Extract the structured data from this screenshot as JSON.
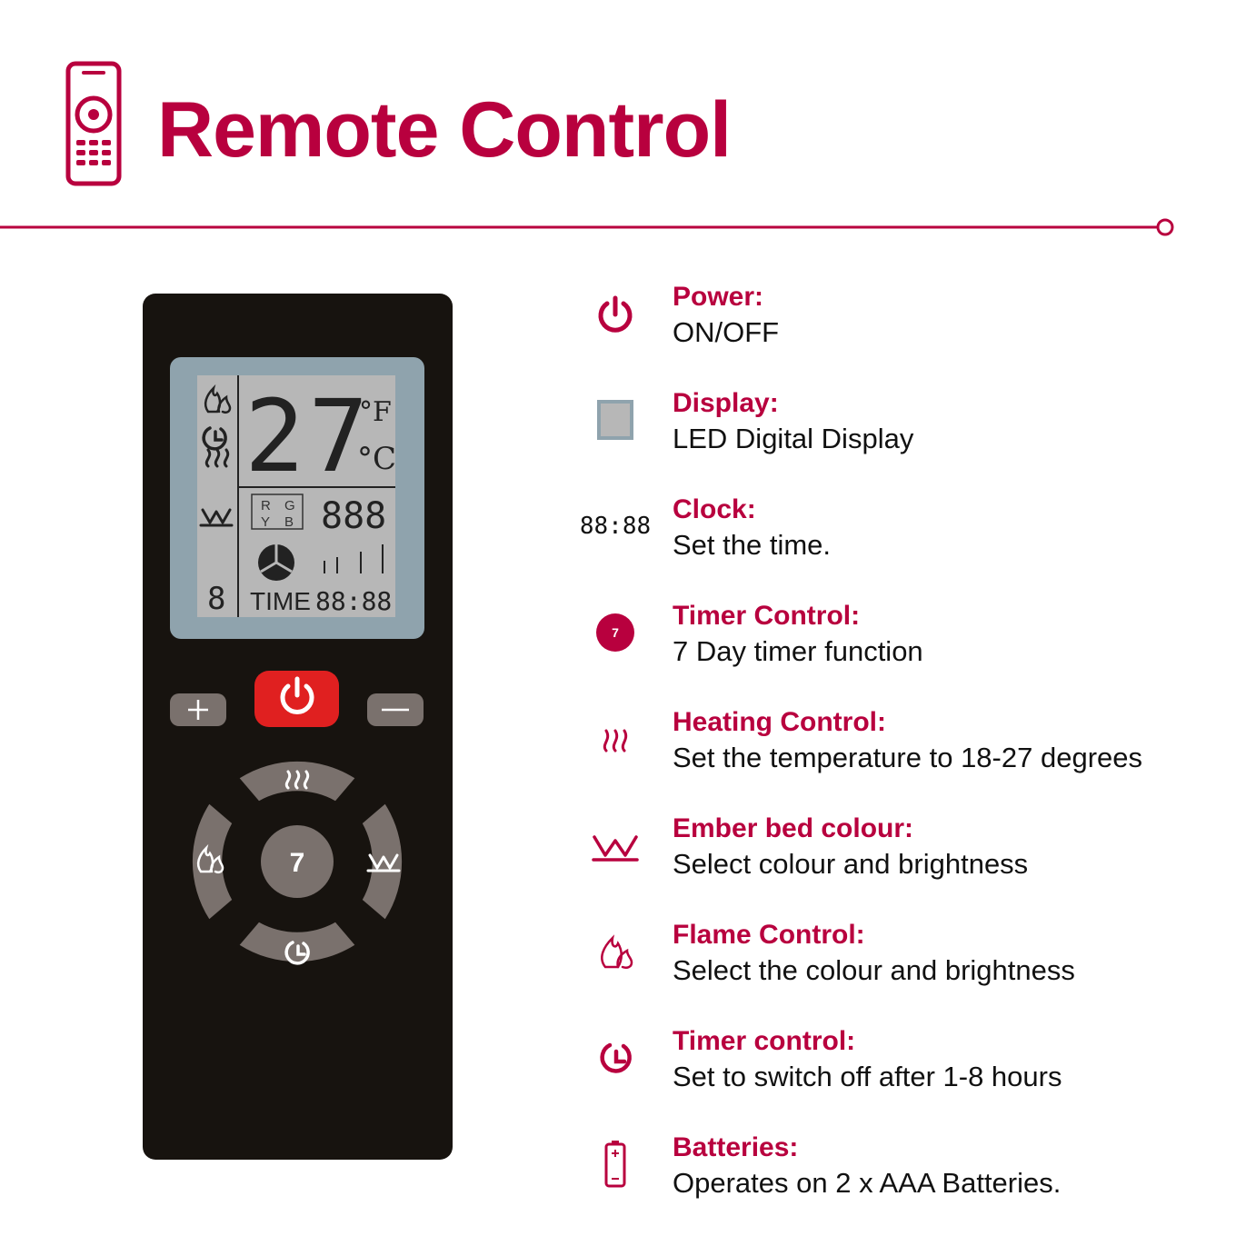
{
  "colors": {
    "brand": "#b8003e",
    "remote_body": "#17130f",
    "display_frame": "#8fa3ad",
    "display_screen": "#b7b7b7",
    "button_gray": "#7a716d",
    "power_red": "#e02020"
  },
  "header": {
    "title": "Remote Control",
    "icon": "remote-control-icon"
  },
  "remote": {
    "display": {
      "temperature": "27",
      "unit_f": "°F",
      "unit_c": "°C",
      "rgb": [
        "R",
        "G",
        "Y",
        "B"
      ],
      "segments": "888",
      "level_digit": "8",
      "time_label": "TIME",
      "time_value": "88:88"
    },
    "buttons": {
      "plus": "+",
      "minus": "—",
      "timer_day": "7"
    }
  },
  "legend": [
    {
      "icon": "power-icon",
      "title": "Power:",
      "desc": "ON/OFF"
    },
    {
      "icon": "display-icon",
      "title": "Display:",
      "desc": "LED Digital Display"
    },
    {
      "icon": "clock-icon",
      "title": "Clock:",
      "desc": "Set the time.",
      "icon_text": "88:88"
    },
    {
      "icon": "day-timer-icon",
      "title": "Timer Control:",
      "desc": "7 Day timer function",
      "icon_text": "7"
    },
    {
      "icon": "heat-icon",
      "title": "Heating Control:",
      "desc": "Set the temperature to 18-27 degrees"
    },
    {
      "icon": "ember-bed-icon",
      "title": "Ember bed colour:",
      "desc": "Select colour and brightness"
    },
    {
      "icon": "flame-icon",
      "title": "Flame Control:",
      "desc": "Select the colour and brightness"
    },
    {
      "icon": "timer-icon",
      "title": "Timer control:",
      "desc": "Set to switch off after 1-8 hours"
    },
    {
      "icon": "battery-icon",
      "title": "Batteries:",
      "desc": "Operates on 2 x AAA Batteries."
    }
  ]
}
